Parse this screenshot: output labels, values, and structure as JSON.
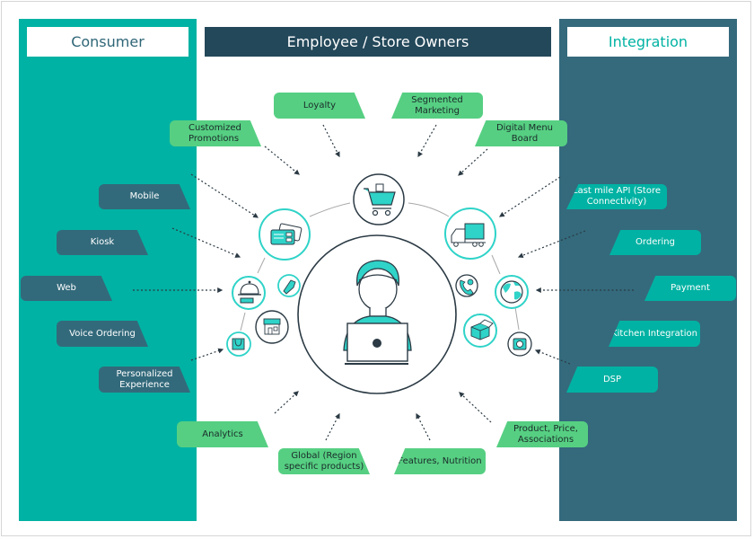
{
  "headers": {
    "consumer": "Consumer",
    "employee": "Employee / Store Owners",
    "integration": "Integration"
  },
  "consumer_items": [
    {
      "label": "Mobile"
    },
    {
      "label": "Kiosk"
    },
    {
      "label": "Web"
    },
    {
      "label": "Voice Ordering"
    },
    {
      "label": "Personalized Experience",
      "line1": "Personalized",
      "line2": "Experience"
    }
  ],
  "integration_items": [
    {
      "label": "Last mile API (Store Connectivity)",
      "line1": "Last mile API (Store",
      "line2": "Connectivity)"
    },
    {
      "label": "Ordering"
    },
    {
      "label": "Payment"
    },
    {
      "label": "Kitchen Integration"
    },
    {
      "label": "DSP"
    }
  ],
  "employee_items": [
    {
      "label": "Customized Promotions",
      "line1": "Customized",
      "line2": "Promotions"
    },
    {
      "label": "Loyalty"
    },
    {
      "label": "Segmented Marketing",
      "line1": "Segmented",
      "line2": "Marketing"
    },
    {
      "label": "Digital Menu Board"
    },
    {
      "label": "Analytics"
    },
    {
      "label": "Global (Region specific products)",
      "line1": "Global (Region",
      "line2": "specific products)"
    },
    {
      "label": "Features, Nutrition"
    },
    {
      "label": "Product, Price, Associations",
      "line1": "Product, Price,",
      "line2": "Associations"
    }
  ],
  "icons": [
    "person-at-laptop-icon",
    "shopping-cart-icon",
    "payment-terminal-icon",
    "delivery-truck-icon",
    "food-serving-cloche-icon",
    "price-tag-icon",
    "storefront-icon",
    "shopping-bag-icon",
    "phone-support-icon",
    "globe-icon",
    "package-box-icon",
    "camera-icon"
  ],
  "colors": {
    "consumer": "#00b2a3",
    "integration": "#346a7c",
    "employee_header": "#23485a",
    "employee_tag": "#56cf82",
    "accent": "#2fd3c8"
  }
}
